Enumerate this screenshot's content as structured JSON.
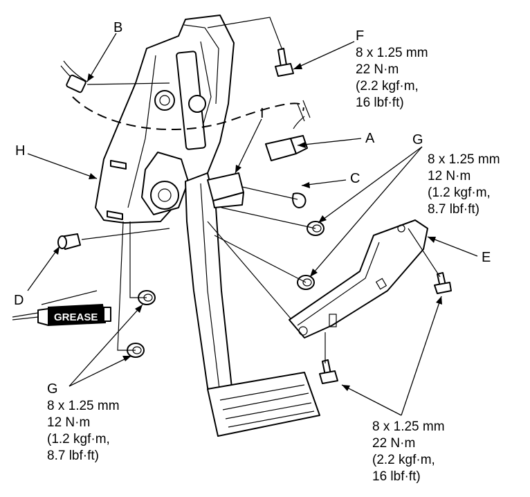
{
  "callouts": {
    "A": "A",
    "B": "B",
    "C": "C",
    "D": "D",
    "E": "E",
    "F": "F",
    "G": "G",
    "H": "H",
    "I": "I"
  },
  "torque_specs": {
    "F": [
      "8 x 1.25 mm",
      "22 N·m",
      "(2.2 kgf·m,",
      "16 lbf·ft)"
    ],
    "G_right": [
      "8 x 1.25 mm",
      "12 N·m",
      "(1.2 kgf·m,",
      "8.7 lbf·ft)"
    ],
    "G_left": [
      "8 x 1.25 mm",
      "12 N·m",
      "(1.2 kgf·m,",
      "8.7 lbf·ft)"
    ],
    "bottom_right": [
      "8 x 1.25 mm",
      "22 N·m",
      "(2.2 kgf·m,",
      "16 lbf·ft)"
    ]
  },
  "grease_label": "GREASE",
  "colors": {
    "line": "#000000",
    "background": "#ffffff"
  }
}
